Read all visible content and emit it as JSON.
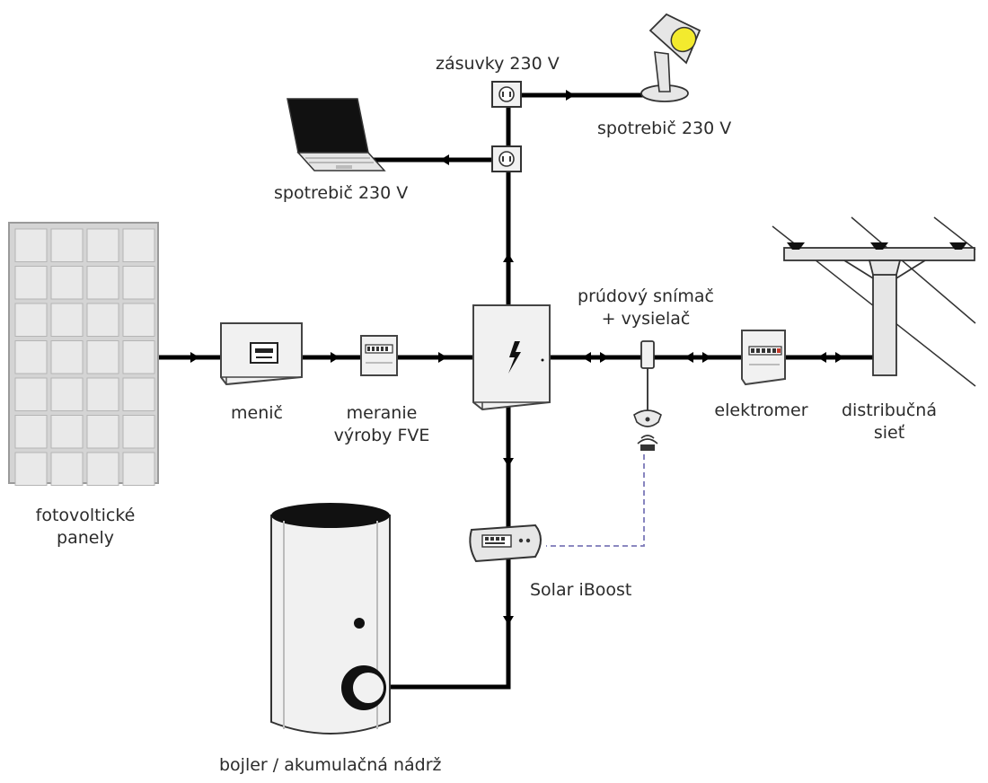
{
  "labels": {
    "outlets": "zásuvky 230 V",
    "appliance_lamp": "spotrebič 230 V",
    "appliance_laptop": "spotrebič 230 V",
    "current_sensor_line1": "prúdový snímač",
    "current_sensor_line2": "+ vysielač",
    "inverter": "menič",
    "pv_meter_line1": "meranie",
    "pv_meter_line2": "výroby FVE",
    "electricity_meter": "elektromer",
    "grid_line1": "distribučná",
    "grid_line2": "sieť",
    "pv_panels_line1": "fotovoltické",
    "pv_panels_line2": "panely",
    "iboost": "Solar iBoost",
    "boiler": "bojler / akumulačná nádrž"
  },
  "colors": {
    "wire": "#000000",
    "wireless_link": "#7b78b8",
    "lamp_bulb": "#f3ea2e",
    "device_fill": "#f1f1f1",
    "panel_cell": "#e9e9e9"
  },
  "icons": {
    "pv_panels": "solar-panel-icon",
    "inverter": "inverter-icon",
    "pv_meter": "meter-icon",
    "distribution_board": "distribution-board-icon",
    "sensor": "current-clamp-icon",
    "transmitter": "transmitter-icon",
    "electricity_meter": "meter-icon",
    "grid": "power-pole-icon",
    "outlet": "socket-icon",
    "laptop": "laptop-icon",
    "lamp": "desk-lamp-icon",
    "iboost": "iboost-controller-icon",
    "boiler": "water-tank-icon"
  }
}
